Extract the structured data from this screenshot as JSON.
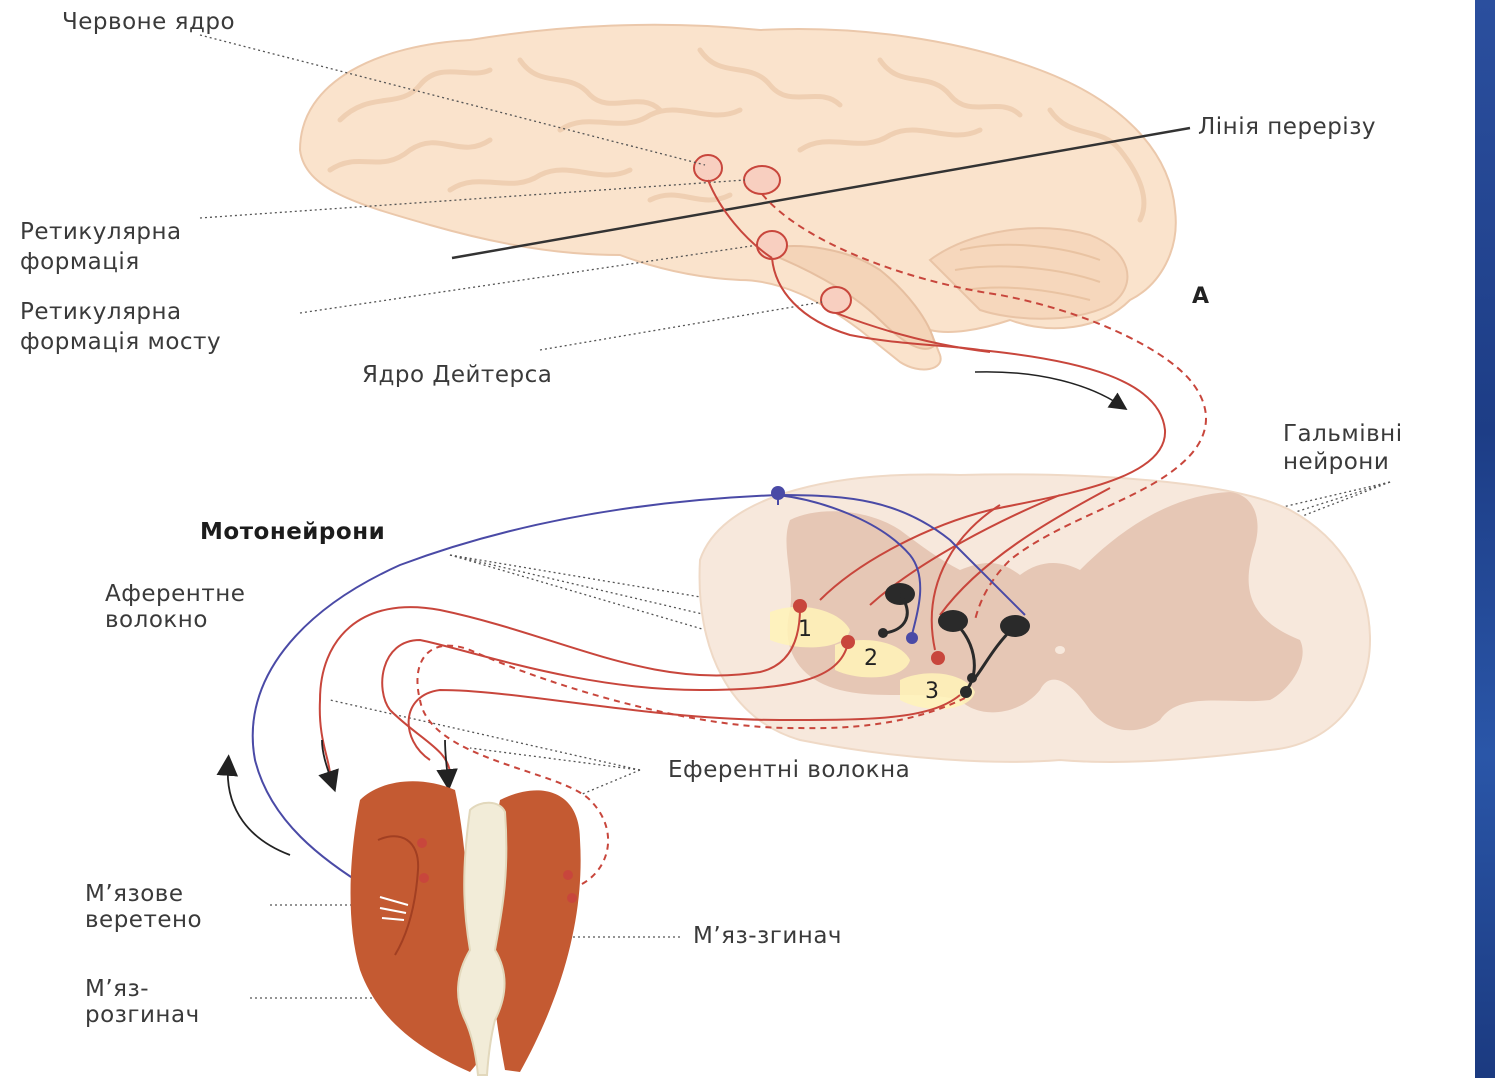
{
  "labels": {
    "red_nucleus": "Червоне ядро",
    "cut_line": "Лінія перерізу",
    "reticular_formation_1": "Ретикулярна",
    "reticular_formation_2": "формація",
    "pons_reticular_1": "Ретикулярна",
    "pons_reticular_2": "формація мосту",
    "deiters_nucleus": "Ядро Дейтерса",
    "marker_a": "А",
    "inhibitory_1": "Гальмівні",
    "inhibitory_2": "нейрони",
    "motoneurons": "Мотонейрони",
    "afferent_1": "Аферентне",
    "afferent_2": "волокно",
    "efferent": "Еферентні волокна",
    "spindle_1": "М’язове",
    "spindle_2": "веретено",
    "flexor": "М’яз-згинач",
    "extensor_1": "М’яз-",
    "extensor_2": "розгинач"
  },
  "motoneuron_numbers": [
    "1",
    "2",
    "3"
  ],
  "colors": {
    "brain": "#fae3cc",
    "spinal_cord": "#f7e8dc",
    "gray_matter": "#e6c7b5",
    "red_pathway": "#c8463c",
    "afferent_blue": "#4a4aa6",
    "inhibitory_neuron": "#2a2a2a",
    "muscle": "#c45a32",
    "bone": "#f2ecd8",
    "side_bar": "#23479a"
  }
}
